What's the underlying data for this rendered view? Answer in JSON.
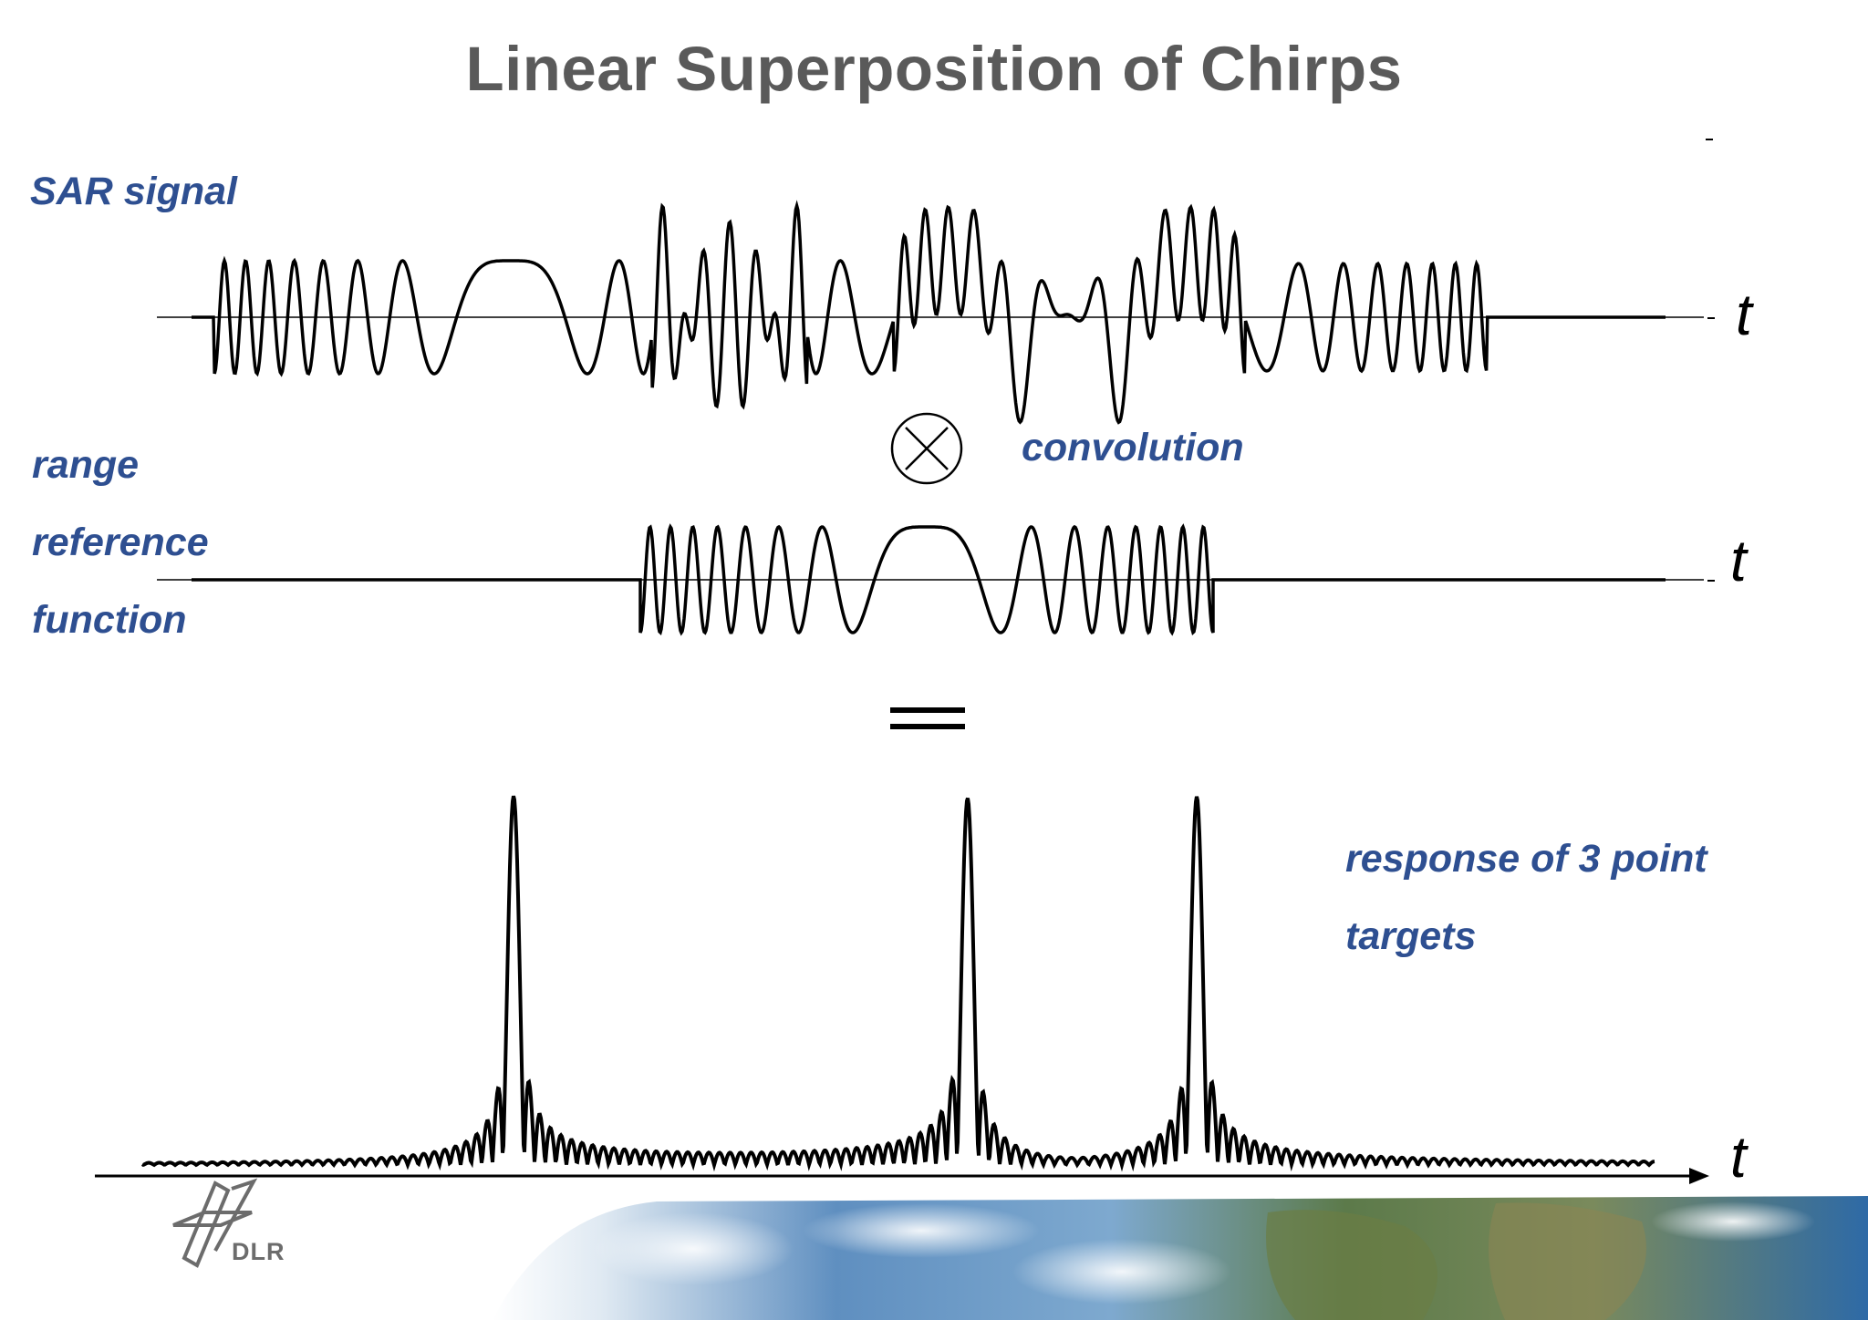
{
  "title": "Linear Superposition of Chirps",
  "labels": {
    "sar_signal": "SAR signal",
    "range": "range",
    "reference": "reference",
    "function": "function",
    "convolution": "convolution",
    "response_line1": "response of 3 point",
    "response_line2": "targets",
    "t_axis": "t"
  },
  "logo": {
    "text": "DLR"
  },
  "colors": {
    "title": "#5a5a5a",
    "label_blue": "#2e4f91",
    "waveform": "#000000"
  },
  "icons": [
    "convolution-operator-icon",
    "equals-sign-icon",
    "dlr-logo-icon",
    "arrow-right-icon"
  ]
}
